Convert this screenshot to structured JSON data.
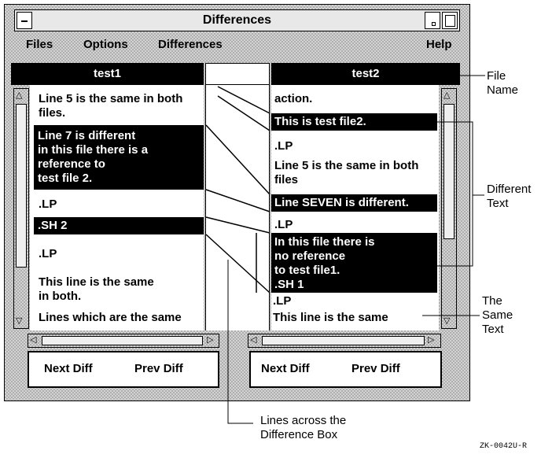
{
  "window": {
    "title": "Differences"
  },
  "menu": {
    "files": "Files",
    "options": "Options",
    "differences": "Differences",
    "help": "Help"
  },
  "left": {
    "header": "test1",
    "lines": [
      {
        "text": "Line 5 is the same in both\nfiles.",
        "highlight": false
      },
      {
        "text": "Line 7 is different\nin this file there is a\nreference to\ntest file 2.",
        "highlight": true
      },
      {
        "text": ".LP",
        "highlight": false
      },
      {
        "text": ".SH 2",
        "highlight": true
      },
      {
        "text": ".LP",
        "highlight": false
      },
      {
        "text": "This line is the same\nin both.",
        "highlight": false
      },
      {
        "text": "Lines which are the same",
        "highlight": false
      }
    ],
    "next_diff": "Next Diff",
    "prev_diff": "Prev Diff"
  },
  "right": {
    "header": "test2",
    "lines": [
      {
        "text": "action.",
        "highlight": false
      },
      {
        "text": "This is test file2.",
        "highlight": true
      },
      {
        "text": ".LP",
        "highlight": false
      },
      {
        "text": "Line 5 is the same in both\nfiles",
        "highlight": false
      },
      {
        "text": "Line SEVEN is different.",
        "highlight": true
      },
      {
        "text": ".LP",
        "highlight": false
      },
      {
        "text": "In this file there is\nno reference\nto test file1.\n.SH 1",
        "highlight": true
      },
      {
        "text": ".LP",
        "highlight": false
      },
      {
        "text": "This line is the same",
        "highlight": false
      }
    ],
    "next_diff": "Next Diff",
    "prev_diff": "Prev Diff"
  },
  "annotations": {
    "file_name": "File\nName",
    "different_text": "Different\nText",
    "same_text": "The\nSame\nText",
    "lines_across": "Lines across the\nDifference Box",
    "figure_id": "ZK-0042U-R"
  }
}
